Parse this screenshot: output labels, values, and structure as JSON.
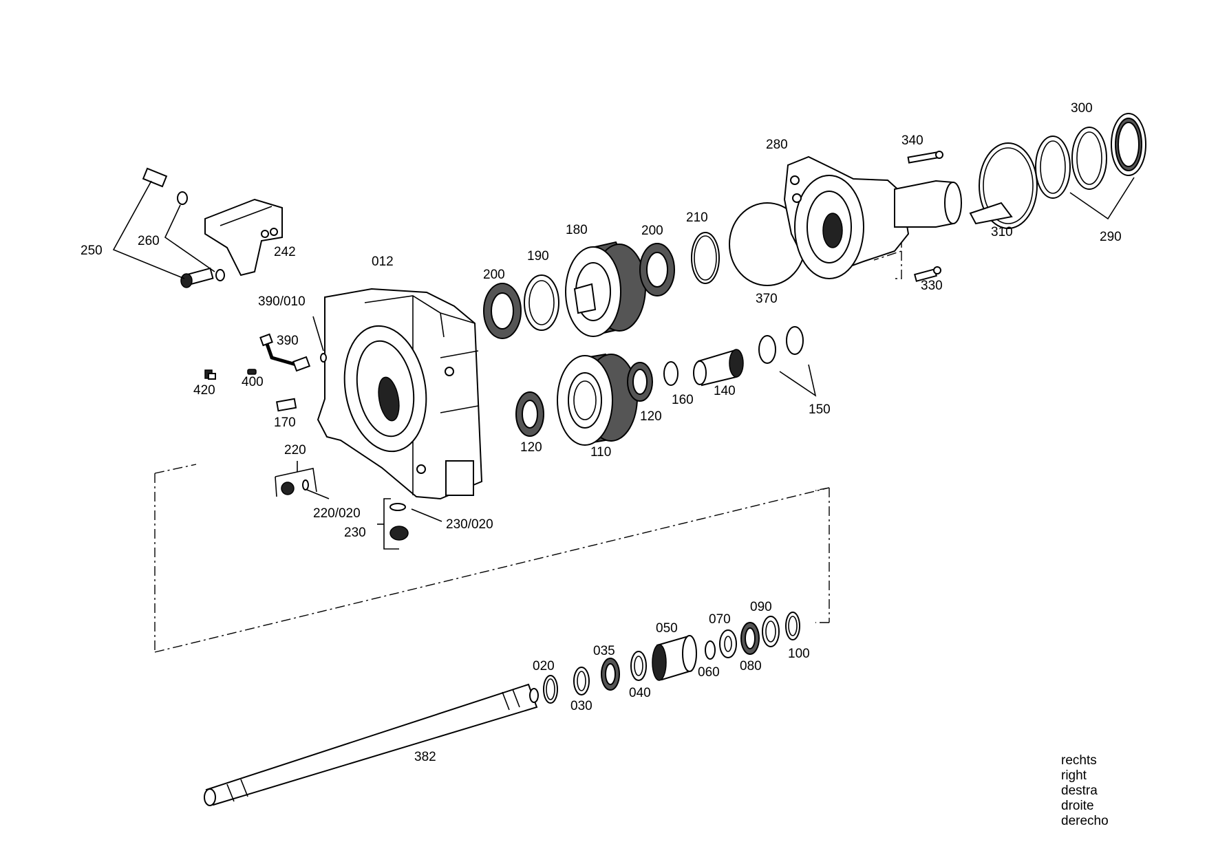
{
  "drawing": {
    "labels": {
      "l012": "012",
      "l020": "020",
      "l030": "030",
      "l035": "035",
      "l040": "040",
      "l050": "050",
      "l060": "060",
      "l070": "070",
      "l080": "080",
      "l090": "090",
      "l100": "100",
      "l110": "110",
      "l120a": "120",
      "l120b": "120",
      "l140": "140",
      "l150": "150",
      "l160": "160",
      "l170": "170",
      "l180": "180",
      "l190": "190",
      "l200a": "200",
      "l200b": "200",
      "l210": "210",
      "l220": "220",
      "l220020": "220/020",
      "l230": "230",
      "l230020": "230/020",
      "l242": "242",
      "l250": "250",
      "l260": "260",
      "l280": "280",
      "l290": "290",
      "l300": "300",
      "l310": "310",
      "l330": "330",
      "l340": "340",
      "l370": "370",
      "l382": "382",
      "l390": "390",
      "l390010": "390/010",
      "l400": "400",
      "l420": "420"
    },
    "side_legend": [
      "rechts",
      "right",
      "destra",
      "droite",
      "derecho"
    ]
  }
}
